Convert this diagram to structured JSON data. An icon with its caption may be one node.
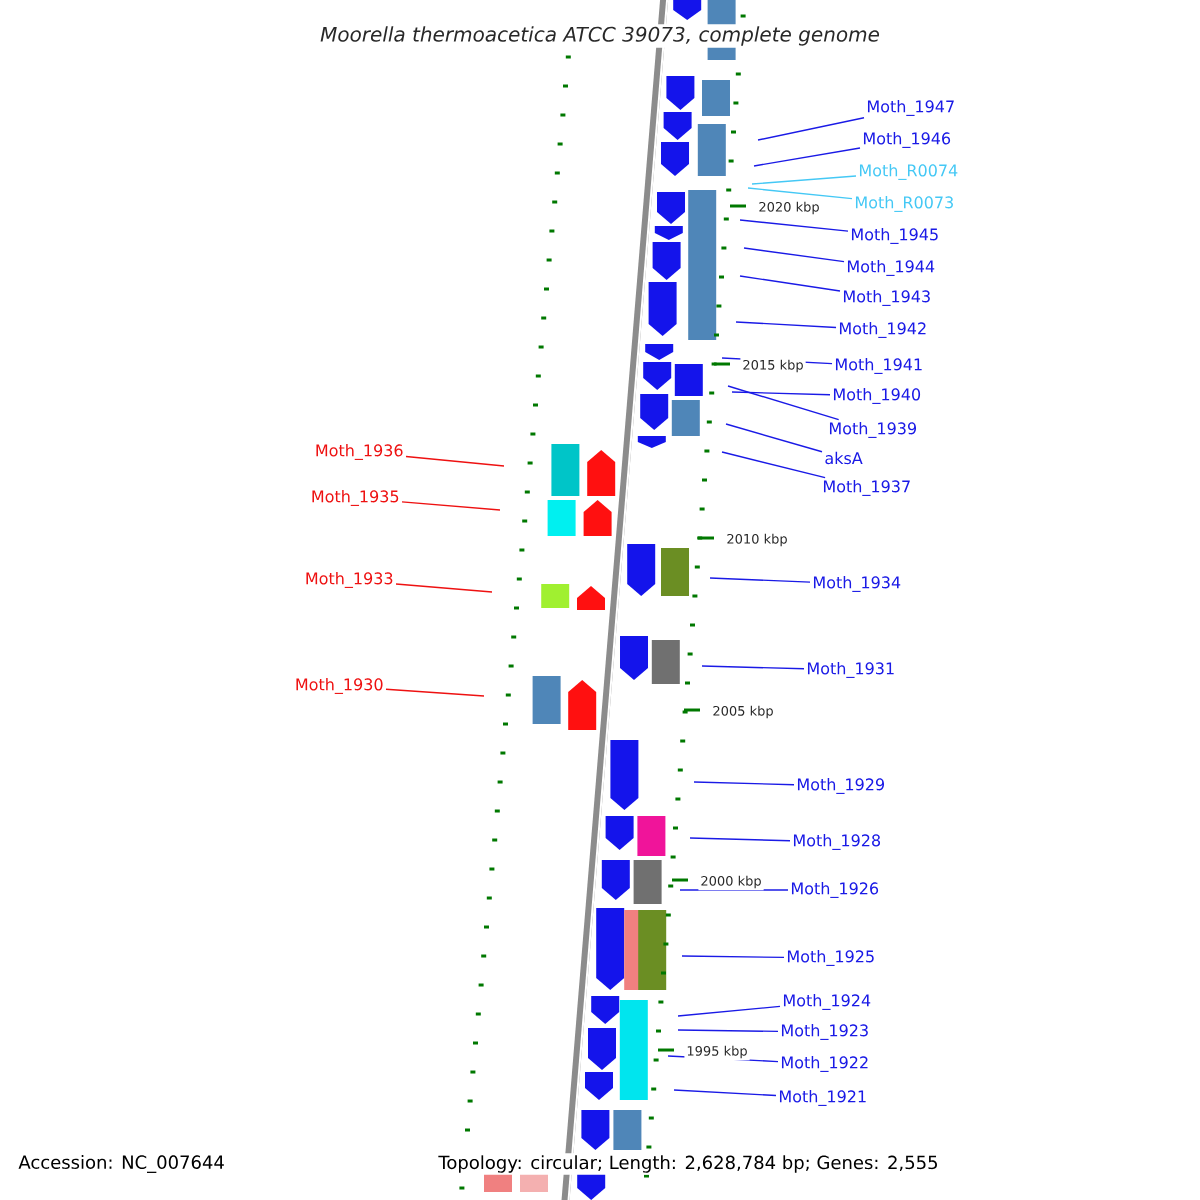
{
  "diagram": {
    "title": "Moorella thermoacetica ATCC 39073, complete genome",
    "nodes": [
      {
        "text": [
          "Moth_1947"
        ]
      },
      {
        "text": [
          "Moth_1946"
        ]
      },
      {
        "text": [
          "Moth_R0074"
        ]
      },
      {
        "text": [
          "Moth_R0073"
        ]
      },
      {
        "text": [
          "Moth_1945"
        ]
      },
      {
        "text": [
          "Moth_1944"
        ]
      },
      {
        "text": [
          "Moth_1943"
        ]
      },
      {
        "text": [
          "Moth_1942"
        ]
      },
      {
        "text": [
          "Moth_1941"
        ]
      },
      {
        "text": [
          "Moth_1940"
        ]
      },
      {
        "text": [
          "Moth_1939"
        ]
      },
      {
        "text": [
          "aksA"
        ]
      },
      {
        "text": [
          "Moth_1937"
        ]
      },
      {
        "text": [
          "Moth_1936"
        ]
      },
      {
        "text": [
          "Moth_1935"
        ]
      },
      {
        "text": [
          "Moth_1934"
        ]
      },
      {
        "text": [
          "Moth_1933"
        ]
      },
      {
        "text": [
          "Moth_1931"
        ]
      },
      {
        "text": [
          "Moth_1930"
        ]
      },
      {
        "text": [
          "Moth_1929"
        ]
      },
      {
        "text": [
          "Moth_1928"
        ]
      },
      {
        "text": [
          "Moth_1926"
        ]
      },
      {
        "text": [
          "Moth_1925"
        ]
      },
      {
        "text": [
          "Moth_1924"
        ]
      },
      {
        "text": [
          "Moth_1923"
        ]
      },
      {
        "text": [
          "Moth_1922"
        ]
      },
      {
        "text": [
          "Moth_1921"
        ]
      }
    ],
    "edges": [
      {
        "from": 0,
        "to": null,
        "arrow": "none"
      },
      {
        "from": 1,
        "to": null,
        "arrow": "none"
      },
      {
        "from": 2,
        "to": null,
        "arrow": "none",
        "color": "#44c8f5"
      },
      {
        "from": 3,
        "to": null,
        "arrow": "none",
        "color": "#44c8f5"
      },
      {
        "from": 4,
        "to": null,
        "arrow": "none"
      },
      {
        "from": 5,
        "to": null,
        "arrow": "none"
      },
      {
        "from": 6,
        "to": null,
        "arrow": "none"
      },
      {
        "from": 7,
        "to": null,
        "arrow": "none"
      },
      {
        "from": 8,
        "to": null,
        "arrow": "none"
      },
      {
        "from": 9,
        "to": null,
        "arrow": "none"
      },
      {
        "from": 10,
        "to": null,
        "arrow": "none"
      },
      {
        "from": 11,
        "to": null,
        "arrow": "none"
      },
      {
        "from": 12,
        "to": null,
        "arrow": "none"
      },
      {
        "from": 13,
        "to": null,
        "arrow": "none",
        "color": "#ee1111"
      },
      {
        "from": 14,
        "to": null,
        "arrow": "none",
        "color": "#ee1111"
      },
      {
        "from": 15,
        "to": null,
        "arrow": "none"
      },
      {
        "from": 16,
        "to": null,
        "arrow": "none",
        "color": "#ee1111"
      },
      {
        "from": 17,
        "to": null,
        "arrow": "none"
      },
      {
        "from": 18,
        "to": null,
        "arrow": "none",
        "color": "#ee1111"
      },
      {
        "from": 19,
        "to": null,
        "arrow": "none"
      },
      {
        "from": 20,
        "to": null,
        "arrow": "none"
      },
      {
        "from": 21,
        "to": null,
        "arrow": "none"
      },
      {
        "from": 22,
        "to": null,
        "arrow": "none"
      },
      {
        "from": 23,
        "to": null,
        "arrow": "none"
      },
      {
        "from": 24,
        "to": null,
        "arrow": "none"
      },
      {
        "from": 25,
        "to": null,
        "arrow": "none"
      },
      {
        "from": 26,
        "to": null,
        "arrow": "none"
      }
    ],
    "labels": [
      "2020 kbp",
      "2015 kbp",
      "2010 kbp",
      "2005 kbp",
      "2000 kbp",
      "1995 kbp",
      "Accession: NC_007644",
      "Topology: circular; Length: 2,628,784 bp; Genes: 2,555"
    ]
  }
}
